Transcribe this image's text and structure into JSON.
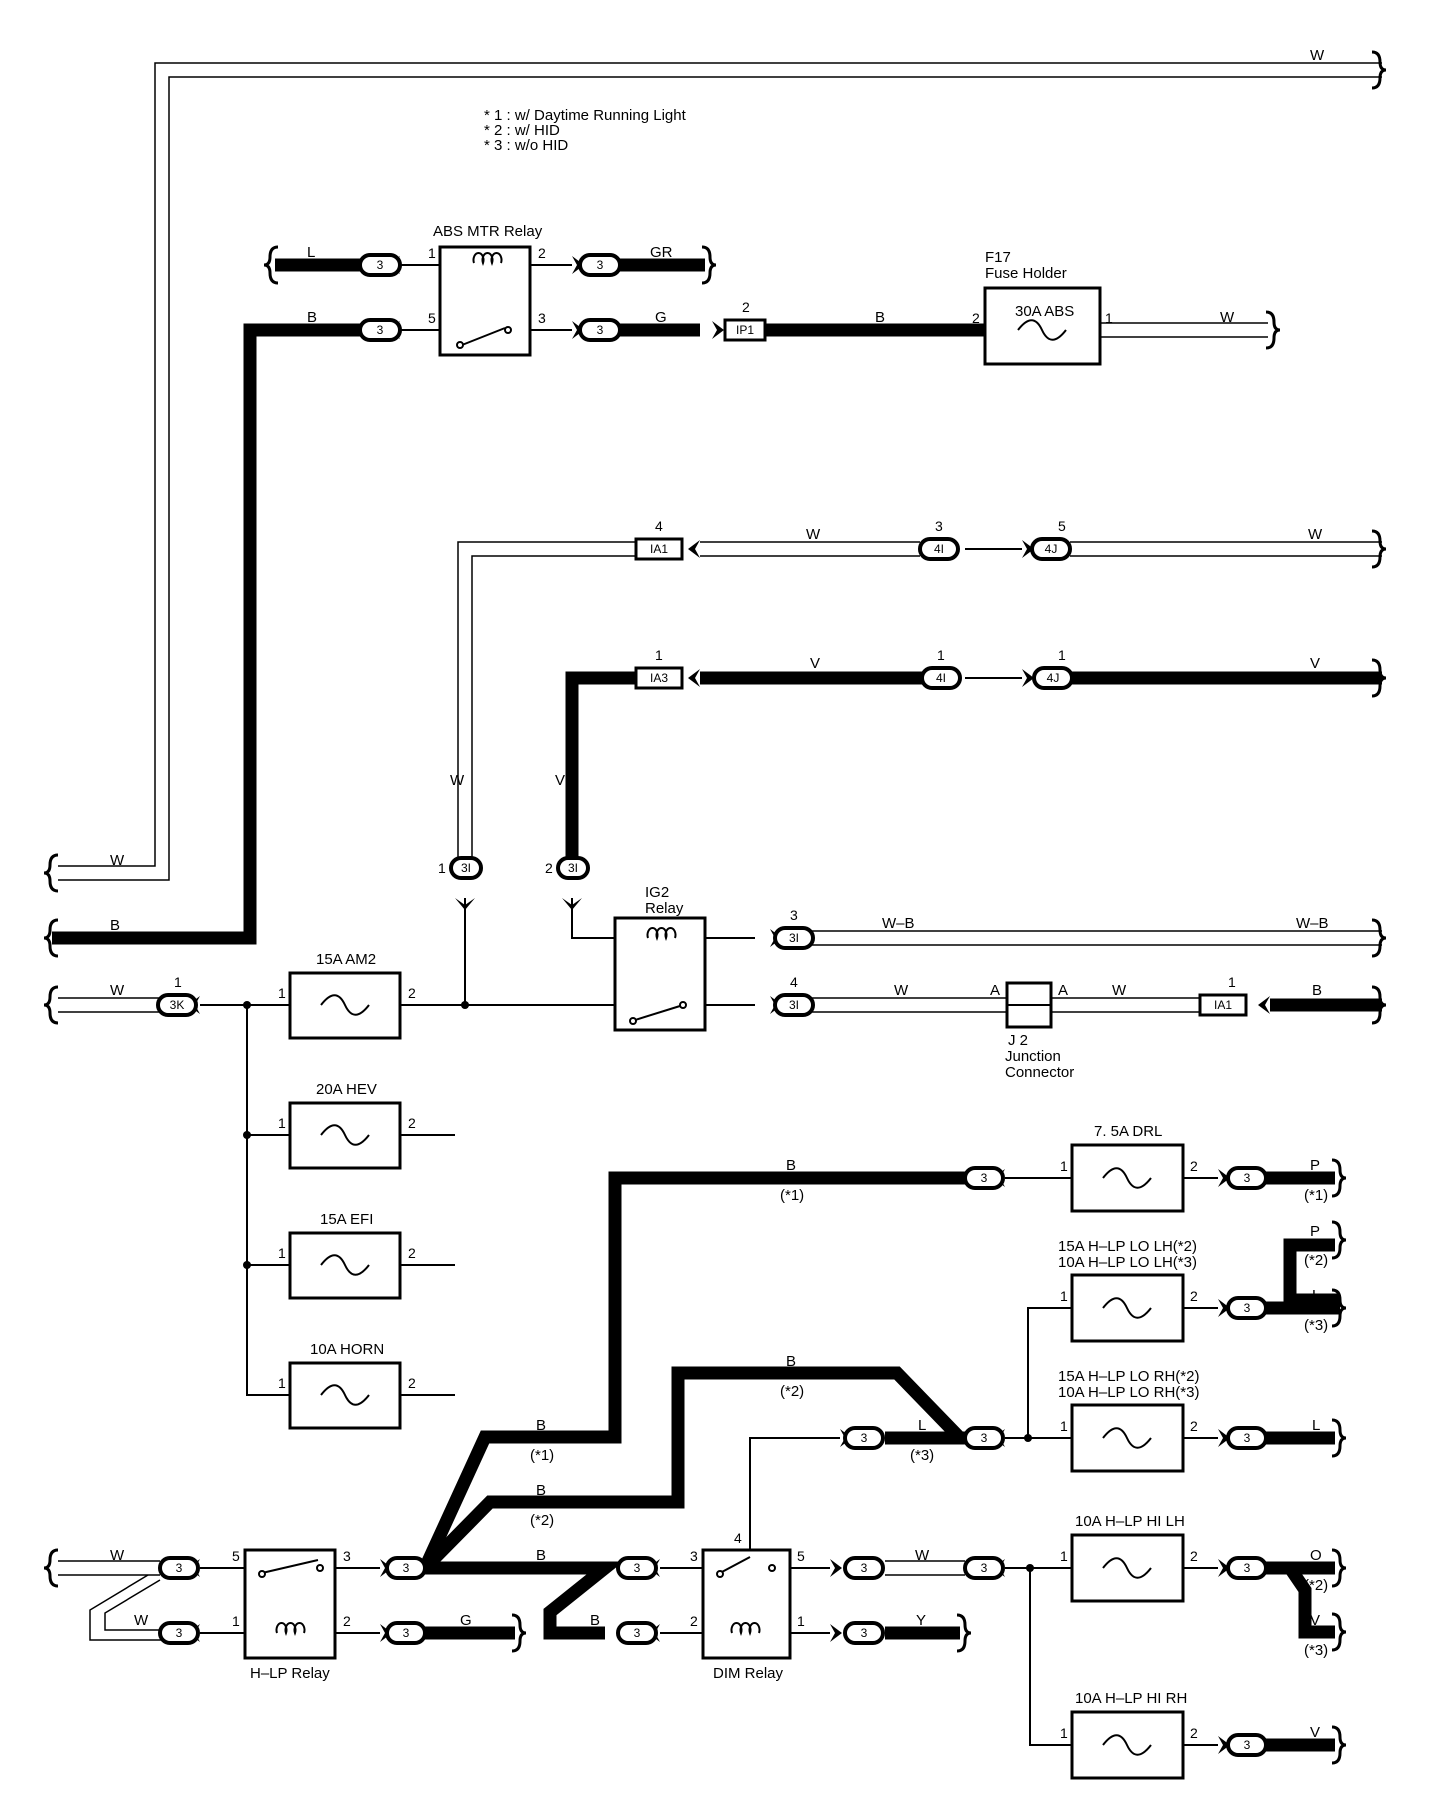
{
  "notes": [
    "* 1 : w/ Daytime Running Light",
    "* 2 : w/ HID",
    "* 3 : w/o HID"
  ],
  "components": {
    "abs_mtr_relay": "ABS MTR Relay",
    "f17_id": "F17",
    "f17_name": "Fuse Holder",
    "fuse_30a_abs": "30A ABS",
    "ig2_relay_1": "IG2",
    "ig2_relay_2": "Relay",
    "fuse_15a_am2": "15A AM2",
    "fuse_20a_hev": "20A HEV",
    "fuse_15a_efi": "15A EFI",
    "fuse_10a_horn": "10A HORN",
    "fuse_7_5a_drl": "7. 5A DRL",
    "fuse_hlp_lo_lh_1": "15A H–LP LO LH(*2)",
    "fuse_hlp_lo_lh_2": "10A H–LP LO LH(*3)",
    "fuse_hlp_lo_rh_1": "15A H–LP LO RH(*2)",
    "fuse_hlp_lo_rh_2": "10A H–LP LO RH(*3)",
    "fuse_hlp_hi_lh": "10A H–LP HI LH",
    "fuse_hlp_hi_rh": "10A H–LP HI RH",
    "hlp_relay": "H–LP Relay",
    "dim_relay": "DIM Relay",
    "j2_id": "J 2",
    "j2_name_1": "Junction",
    "j2_name_2": "Connector"
  },
  "connectors": {
    "c3": "3",
    "ip1": "IP1",
    "ia1": "IA1",
    "ia3": "IA3",
    "c4i": "4I",
    "c4j": "4J",
    "c3i": "3I",
    "c3k": "3K"
  },
  "wires": {
    "w": "W",
    "b": "B",
    "l": "L",
    "gr": "GR",
    "g": "G",
    "v": "V",
    "wb": "W–B",
    "p": "P",
    "o": "O",
    "y": "Y",
    "a": "A"
  },
  "conditions": {
    "n1": "(*1)",
    "n2": "(*2)",
    "n3": "(*3)"
  },
  "pins": {
    "p1": "1",
    "p2": "2",
    "p3": "3",
    "p4": "4",
    "p5": "5"
  }
}
